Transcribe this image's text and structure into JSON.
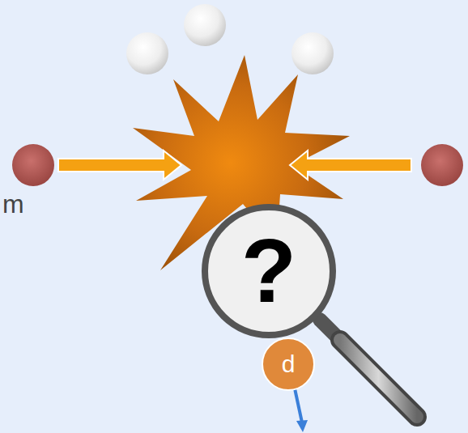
{
  "diagram": {
    "nodes": [
      {
        "text": [
          "?"
        ]
      },
      {
        "text": [
          "d"
        ]
      }
    ],
    "labels": [
      "m"
    ]
  }
}
